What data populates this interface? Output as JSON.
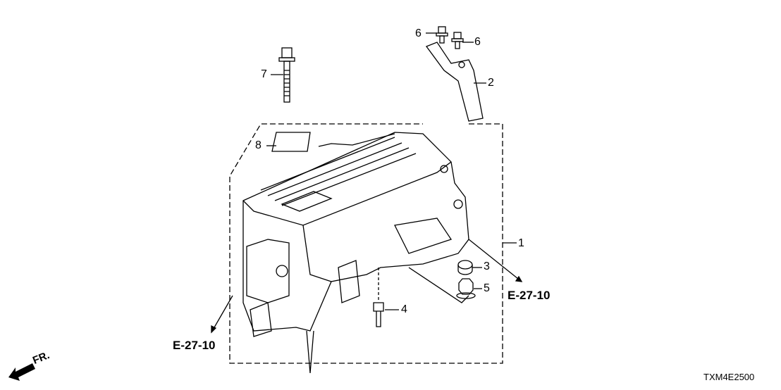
{
  "diagram": {
    "callouts": [
      {
        "id": "callout-6a",
        "text": "6"
      },
      {
        "id": "callout-6b",
        "text": "6"
      },
      {
        "id": "callout-7",
        "text": "7"
      },
      {
        "id": "callout-2",
        "text": "2"
      },
      {
        "id": "callout-8",
        "text": "8"
      },
      {
        "id": "callout-1",
        "text": "1"
      },
      {
        "id": "callout-3",
        "text": "3"
      },
      {
        "id": "callout-5",
        "text": "5"
      },
      {
        "id": "callout-4",
        "text": "4"
      }
    ],
    "references": [
      "E-27-10",
      "E-27-10"
    ],
    "front_indicator": "FR.",
    "diagram_code": "TXM4E2500"
  }
}
